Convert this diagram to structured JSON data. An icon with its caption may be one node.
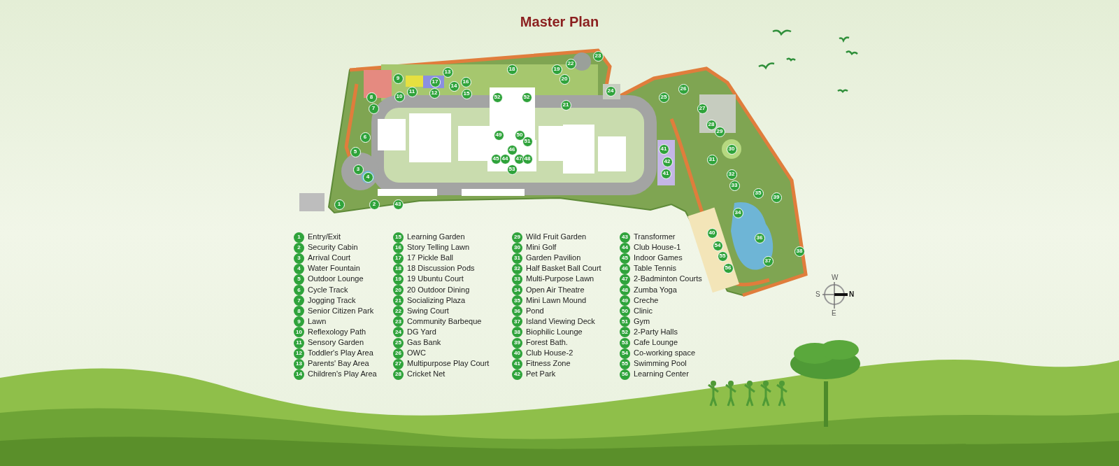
{
  "diagram": {
    "title": "Master Plan",
    "labels": [
      "13",
      "18",
      "23",
      "22",
      "19",
      "20",
      "9",
      "17",
      "14",
      "16",
      "11",
      "12",
      "15",
      "10",
      "8",
      "52",
      "52",
      "26",
      "24",
      "25",
      "21",
      "7",
      "27",
      "28",
      "29",
      "49",
      "50",
      "51",
      "6",
      "30",
      "41",
      "46",
      "5",
      "45",
      "44",
      "47",
      "48",
      "31",
      "42",
      "53",
      "3",
      "41",
      "32",
      "4",
      "33",
      "35",
      "39",
      "1",
      "2",
      "43",
      "34",
      "40",
      "36",
      "54",
      "38",
      "55",
      "37",
      "56",
      "W",
      "S",
      "N",
      "E",
      "1",
      "Entry/Exit",
      "2",
      "Security Cabin",
      "3",
      "Arrival Court",
      "4",
      "Water Fountain",
      "5",
      "Outdoor Lounge",
      "6",
      "Cycle Track",
      "7",
      "Jogging Track",
      "8",
      "Senior Citizen Park",
      "9",
      "Lawn",
      "10",
      "Reflexology Path",
      "11",
      "Sensory Garden",
      "12",
      "Toddler's Play Area",
      "13",
      "Parents' Bay Area",
      "14",
      "Children's Play Area",
      "15",
      "Learning Garden",
      "16",
      "Story Telling Lawn",
      "17",
      "17 Pickle Ball",
      "18",
      "18 Discussion Pods",
      "19",
      "19 Ubuntu Court",
      "20",
      "20 Outdoor Dining",
      "21",
      "Socializing Plaza",
      "22",
      "Swing Court",
      "23",
      "Community Barbeque",
      "24",
      "DG Yard",
      "25",
      "Gas Bank",
      "26",
      "OWC",
      "27",
      "Multipurpose Play Court",
      "28",
      "Cricket Net",
      "29",
      "Wild Fruit Garden",
      "30",
      "Mini Golf",
      "31",
      "Garden Pavilion",
      "32",
      "Half Basket Ball Court",
      "33",
      "Multi-Purpose Lawn",
      "34",
      "Open Air Theatre",
      "35",
      "Mini Lawn Mound",
      "36",
      "Pond",
      "37",
      "Island Viewing Deck",
      "38",
      "Biophilic Lounge",
      "39",
      "Forest Bath.",
      "40",
      "Club House-2",
      "41",
      "Fitness Zone",
      "42",
      "Pet Park",
      "43",
      "Transformer",
      "44",
      "Club House-1",
      "45",
      "Indoor Games",
      "46",
      "Table Tennis",
      "47",
      "2-Badminton Courts",
      "48",
      "Zumba Yoga",
      "49",
      "Creche",
      "50",
      "Clinic",
      "51",
      "Gym",
      "52",
      "2-Party Halls",
      "53",
      "Cafe Lounge",
      "54",
      "Co-working space",
      "55",
      "Swimming Pool",
      "56",
      "Learning Center"
    ]
  }
}
